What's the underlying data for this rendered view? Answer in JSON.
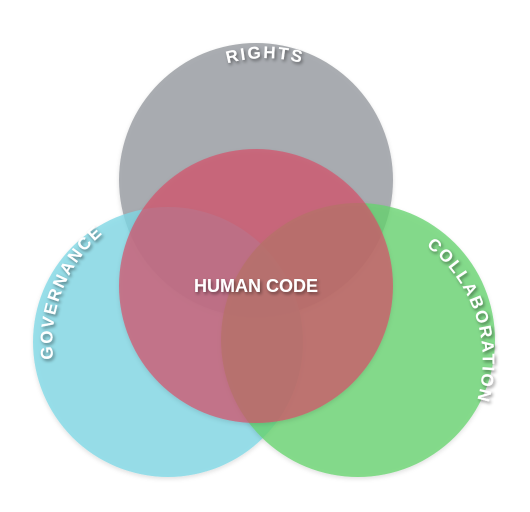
{
  "diagram": {
    "center_label": "HUMAN CODE",
    "circles": [
      {
        "id": "rights",
        "label": "RIGHTS",
        "color": "#a3a6ab"
      },
      {
        "id": "governance",
        "label": "GOVERNANCE",
        "color": "#7fd7e6"
      },
      {
        "id": "collaboration",
        "label": "COLLABORATION",
        "color": "#66d46f"
      },
      {
        "id": "human-code",
        "label": "",
        "color": "#d65069"
      }
    ]
  }
}
